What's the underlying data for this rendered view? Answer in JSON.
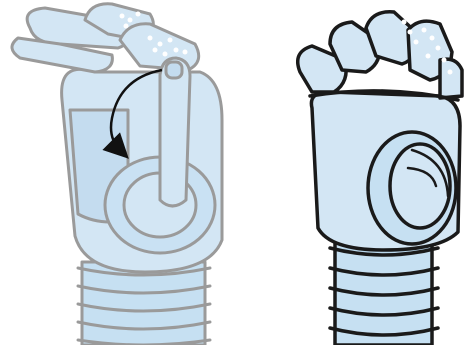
{
  "figure": {
    "panels": [
      {
        "id": "left",
        "style": "faded-outline",
        "description_icon": "prosthetic-hand-thumb-motion"
      },
      {
        "id": "right",
        "style": "bold-outline",
        "description_icon": "prosthetic-hand-rear-view"
      }
    ],
    "colors": {
      "skin_fill": "#d3e6f4",
      "skin_fill_dark": "#b9d7ec",
      "wrist_fill": "#c6e0f2",
      "faded_stroke": "#9a9a9a",
      "bold_stroke": "#1a1a1a",
      "arrow": "#111111",
      "dots": "#ffffff",
      "background": "#ffffff"
    },
    "annotations": {
      "arrow_icon": "curved-arrow-icon"
    }
  }
}
